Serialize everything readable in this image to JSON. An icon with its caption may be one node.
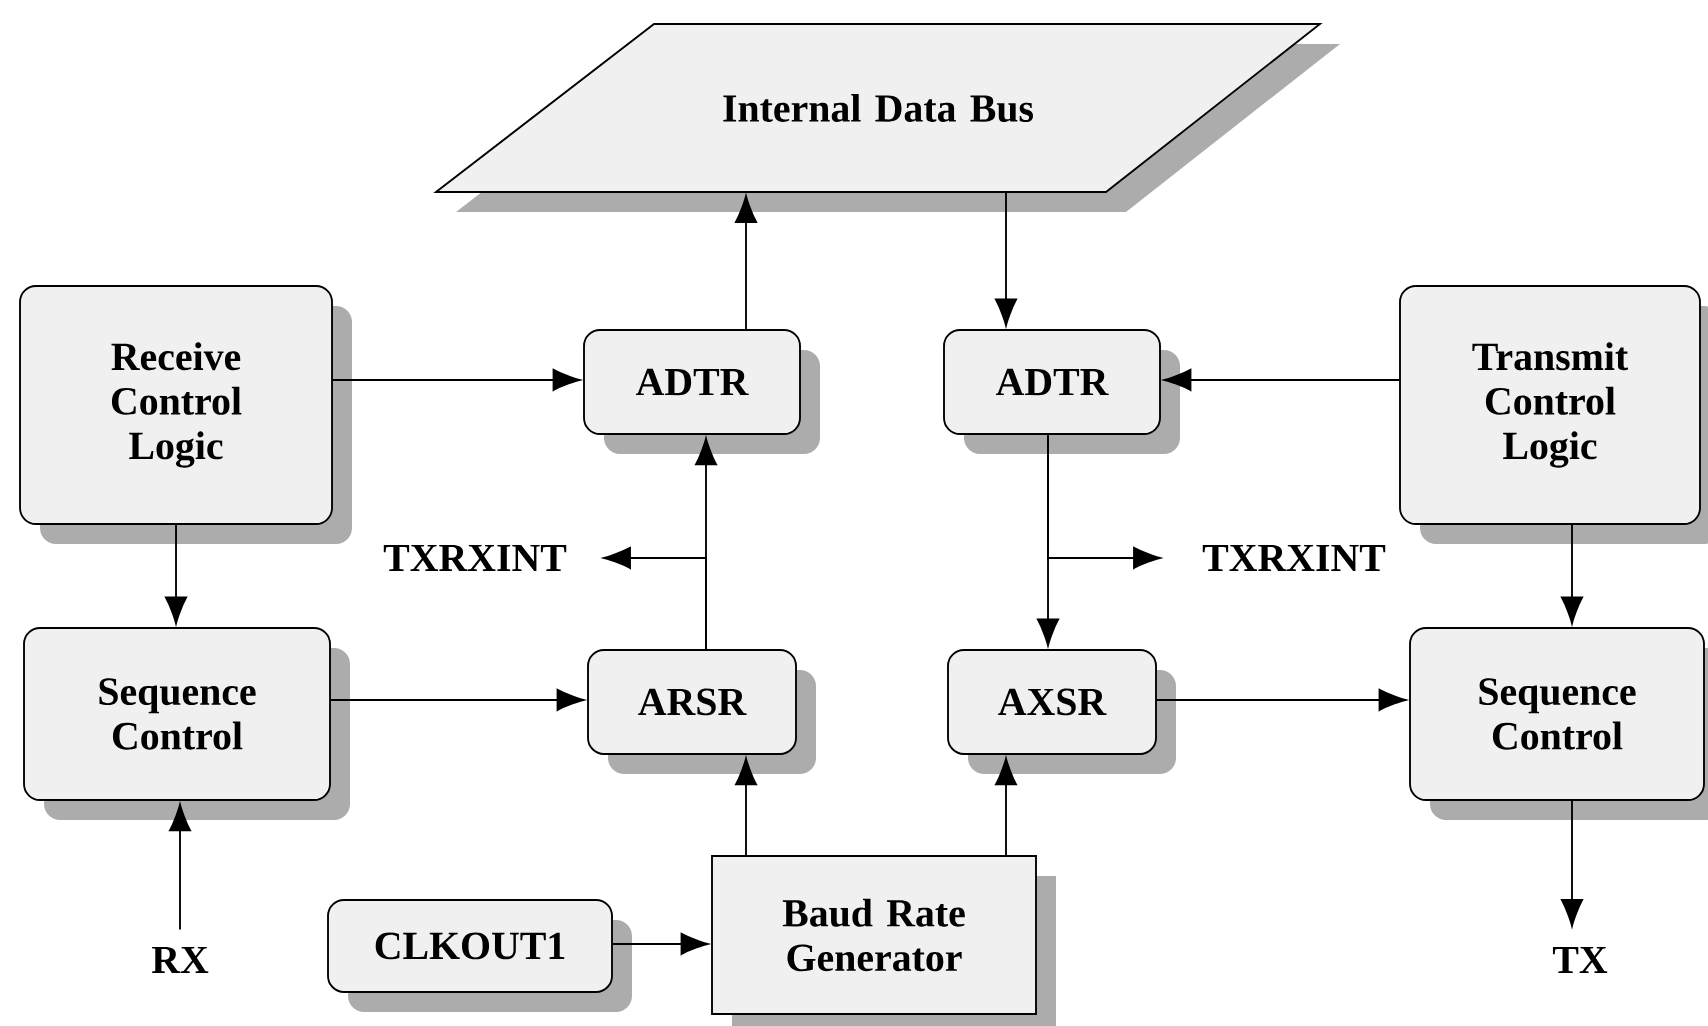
{
  "diagram": {
    "nodes": [
      {
        "text": [
          "Internal Data Bus"
        ]
      },
      {
        "text": [
          "Receive Control Logic"
        ]
      },
      {
        "text": [
          "ADTR"
        ]
      },
      {
        "text": [
          "ADTR"
        ]
      },
      {
        "text": [
          "Transmit Control Logic"
        ]
      },
      {
        "text": [
          "TXRXINT"
        ]
      },
      {
        "text": [
          "TXRXINT"
        ]
      },
      {
        "text": [
          "Sequence Control"
        ]
      },
      {
        "text": [
          "ARSR"
        ]
      },
      {
        "text": [
          "AXSR"
        ]
      },
      {
        "text": [
          "Sequence Control"
        ]
      },
      {
        "text": [
          "RX"
        ]
      },
      {
        "text": [
          "CLKOUT1"
        ]
      },
      {
        "text": [
          "Baud Rate Generator"
        ]
      },
      {
        "text": [
          "TX"
        ]
      }
    ],
    "edges": [
      {
        "from": 2,
        "to": 0,
        "arrow": "to"
      },
      {
        "from": 0,
        "to": 3,
        "arrow": "to"
      },
      {
        "from": 1,
        "to": 2,
        "arrow": "to"
      },
      {
        "from": 4,
        "to": 3,
        "arrow": "to"
      },
      {
        "from": 8,
        "to": 2,
        "arrow": "to"
      },
      {
        "from": 8,
        "to": 5,
        "arrow": "to"
      },
      {
        "from": 3,
        "to": 9,
        "arrow": "to"
      },
      {
        "from": 3,
        "to": 6,
        "arrow": "to"
      },
      {
        "from": 1,
        "to": 7,
        "arrow": "to"
      },
      {
        "from": 7,
        "to": 8,
        "arrow": "to"
      },
      {
        "from": 11,
        "to": 7,
        "arrow": "to"
      },
      {
        "from": 12,
        "to": 13,
        "arrow": "to"
      },
      {
        "from": 13,
        "to": 8,
        "arrow": "to"
      },
      {
        "from": 13,
        "to": 9,
        "arrow": "to"
      },
      {
        "from": 4,
        "to": 10,
        "arrow": "to"
      },
      {
        "from": 9,
        "to": 10,
        "arrow": "to"
      },
      {
        "from": 10,
        "to": 14,
        "arrow": "to"
      }
    ]
  }
}
